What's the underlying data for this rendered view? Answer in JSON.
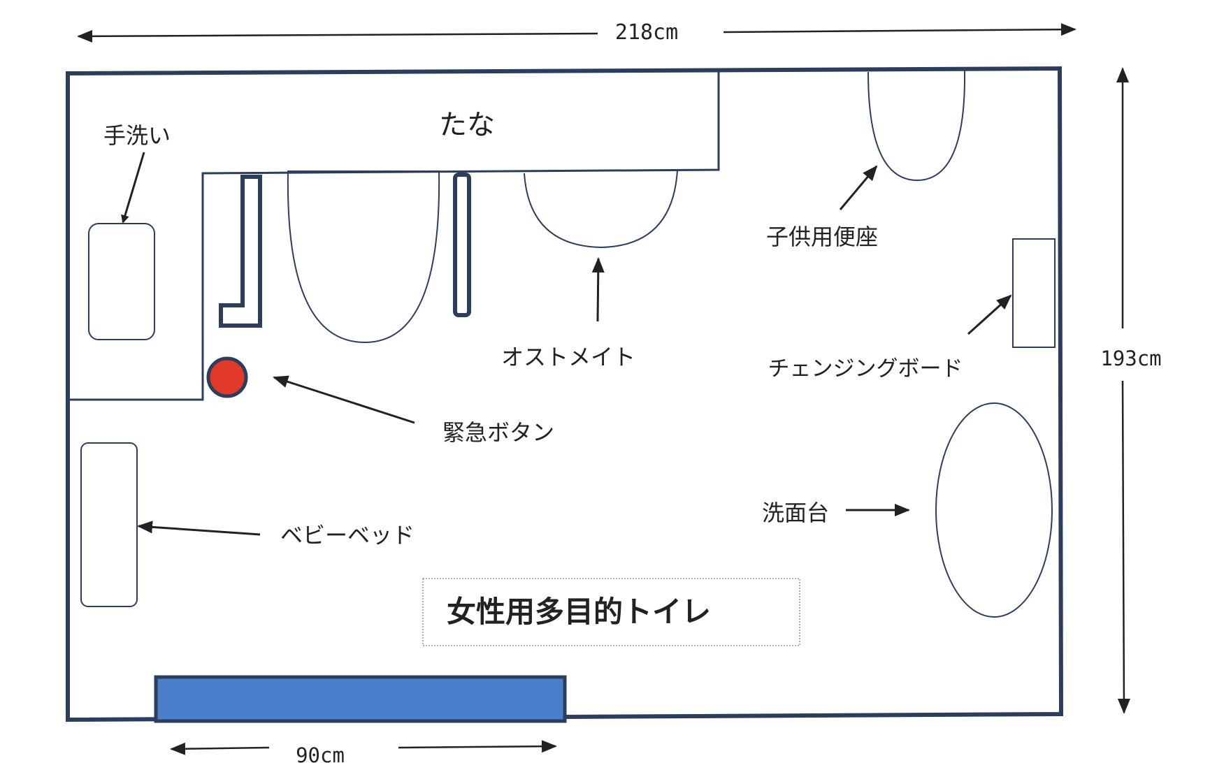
{
  "dimensions": {
    "width": "218cm",
    "height": "193cm",
    "door": "90cm"
  },
  "labels": {
    "shelf": "たな",
    "hand_wash": "手洗い",
    "ostomate": "オストメイト",
    "child_seat": "子供用便座",
    "changing_board": "チェンジングボード",
    "emergency_button": "緊急ボタン",
    "baby_bed": "ベビーベッド",
    "washbasin": "洗面台"
  },
  "title": "女性用多目的トイレ",
  "colors": {
    "wall": "#2c3e5c",
    "door": "#4a7fcc",
    "emergency": "#e23a2a",
    "emergency_ring": "#2c3e5c"
  }
}
